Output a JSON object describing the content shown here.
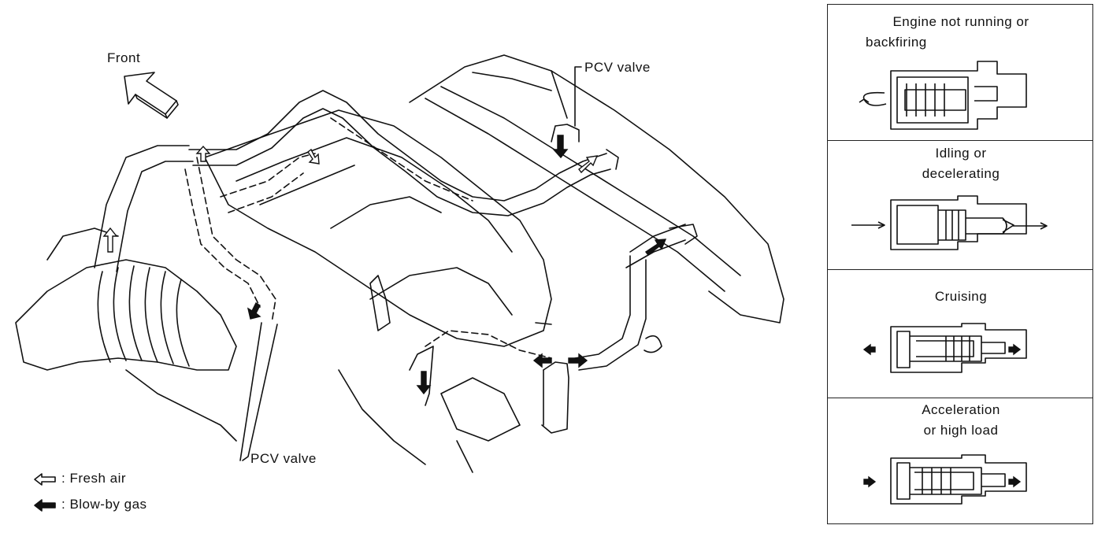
{
  "diagram": {
    "front_label": "Front",
    "pcv_valve_top_label": "PCV valve",
    "pcv_valve_bottom_label": "PCV valve",
    "legend": [
      {
        "symbol": "outline-arrow-icon",
        "label": ": Fresh air"
      },
      {
        "symbol": "solid-arrow-icon",
        "label": ": Blow-by gas"
      }
    ]
  },
  "valve_states": [
    {
      "title_line1": "Engine not running or",
      "title_line2": "backfiring",
      "flow": "none"
    },
    {
      "title_line1": "Idling or",
      "title_line2": "decelerating",
      "flow": "small"
    },
    {
      "title_line1": "Cruising",
      "title_line2": "",
      "flow": "medium"
    },
    {
      "title_line1": "Acceleration",
      "title_line2": "or high load",
      "flow": "large"
    }
  ]
}
